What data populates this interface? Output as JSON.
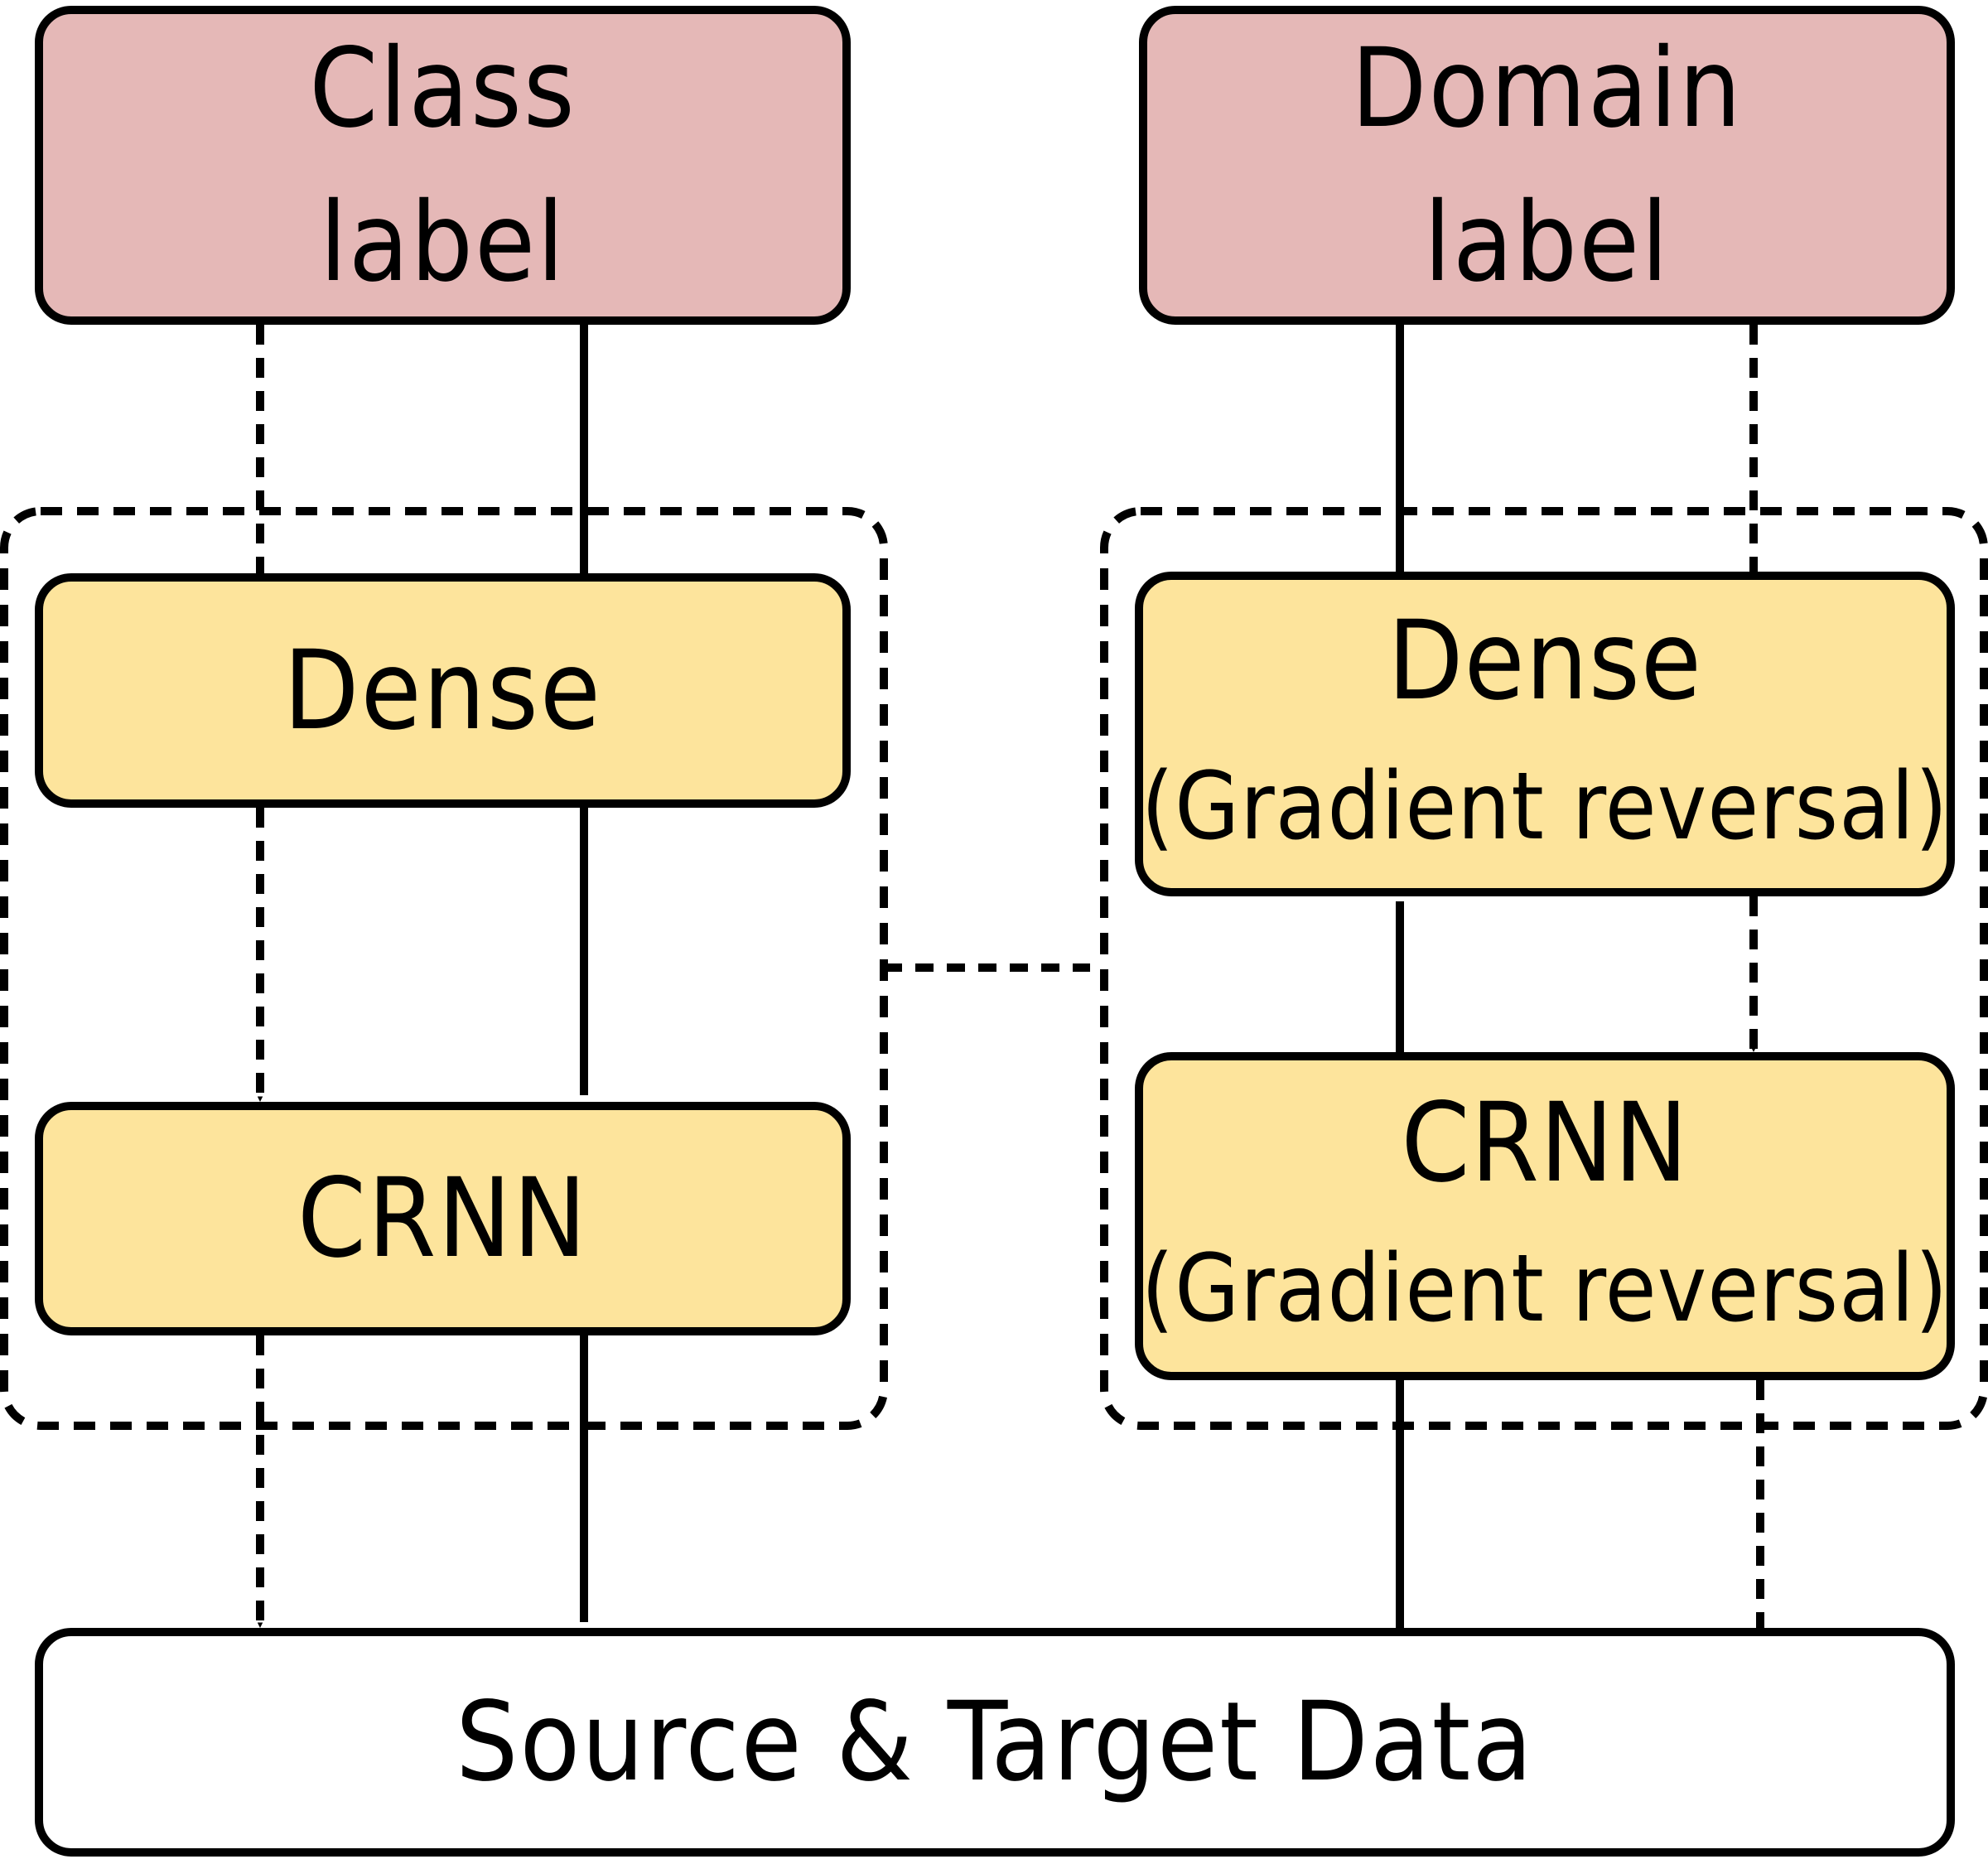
{
  "colors": {
    "label_fill": "#e5b8b7",
    "layer_fill": "#fde49c",
    "data_fill": "#ffffff",
    "stroke": "#000000"
  },
  "nodes": {
    "class_label": [
      "Class",
      "label"
    ],
    "domain_label": [
      "Domain",
      "label"
    ],
    "dense_left": "Dense",
    "crnn_left": "CRNN",
    "dense_right": [
      "Dense",
      "(Gradient reversal)"
    ],
    "crnn_right": [
      "CRNN",
      "(Gradient reversal)"
    ],
    "source_target": "Source & Target Data"
  },
  "edges": [
    {
      "from": "source_target",
      "to": "crnn_left",
      "style": "solid"
    },
    {
      "from": "crnn_left",
      "to": "dense_left",
      "style": "solid"
    },
    {
      "from": "dense_left",
      "to": "class_label",
      "style": "solid"
    },
    {
      "from": "class_label",
      "to": "dense_left",
      "style": "dashed"
    },
    {
      "from": "dense_left",
      "to": "crnn_left",
      "style": "dashed"
    },
    {
      "from": "crnn_left",
      "to": "source_target",
      "style": "dashed"
    },
    {
      "from": "source_target",
      "to": "crnn_right",
      "style": "solid"
    },
    {
      "from": "crnn_right",
      "to": "dense_right",
      "style": "solid"
    },
    {
      "from": "dense_right",
      "to": "domain_label",
      "style": "solid"
    },
    {
      "from": "domain_label",
      "to": "dense_right",
      "style": "dashed"
    },
    {
      "from": "dense_right",
      "to": "crnn_right",
      "style": "dashed"
    },
    {
      "from": "crnn_right",
      "to": "source_target",
      "style": "dashed"
    },
    {
      "from": "left_group",
      "to": "right_group",
      "style": "dashed",
      "bidirectional": true
    }
  ]
}
